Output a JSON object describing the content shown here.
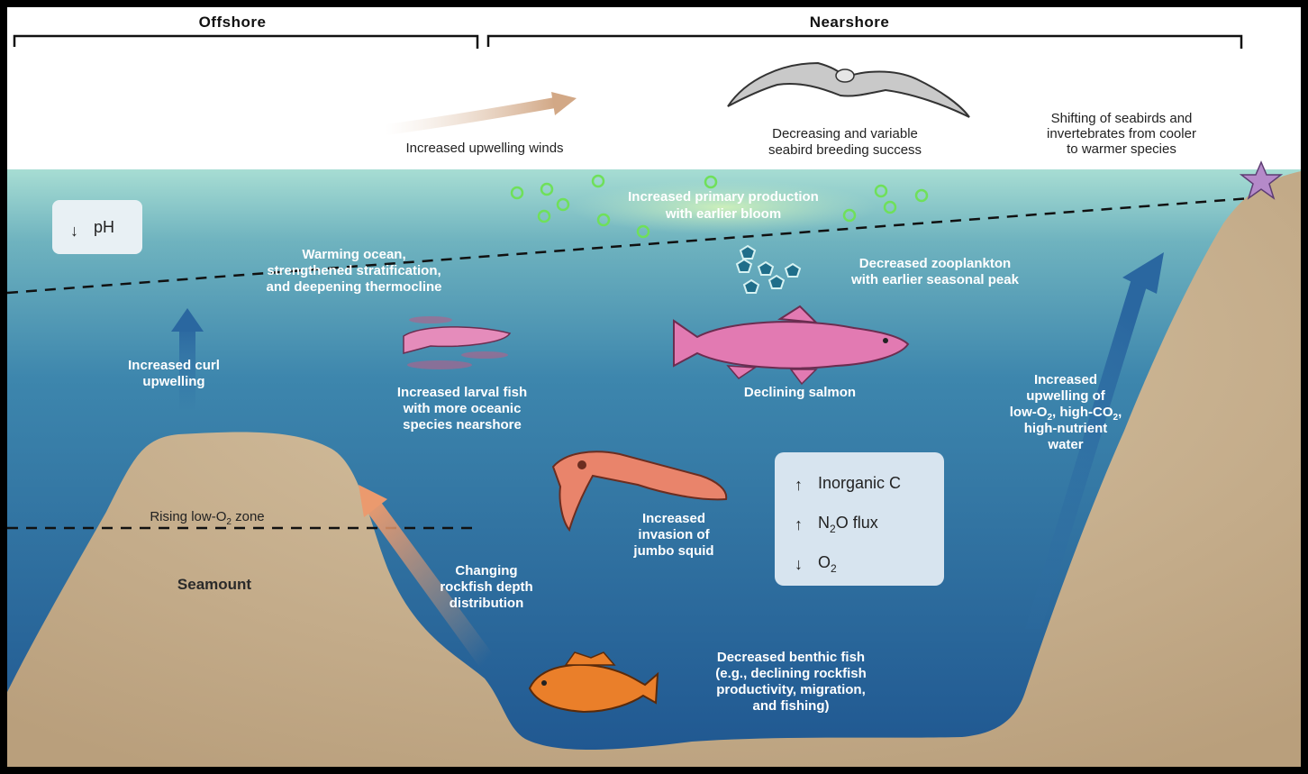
{
  "zones": {
    "offshore": "Offshore",
    "nearshore": "Nearshore"
  },
  "sky_labels": {
    "winds": "Increased upwelling winds",
    "seabird_line1": "Decreasing and variable",
    "seabird_line2": "seabird breeding success",
    "shift_line1": "Shifting of seabirds and",
    "shift_line2": "invertebrates from cooler",
    "shift_line3": "to warmer species"
  },
  "ocean_labels": {
    "primary_line1": "Increased primary production",
    "primary_line2": "with earlier bloom",
    "zoo_line1": "Decreased zooplankton",
    "zoo_line2": "with earlier seasonal peak",
    "warming_line1": "Warming ocean,",
    "warming_line2": "strengthened stratification,",
    "warming_line3": "and deepening thermocline",
    "curl_line1": "Increased curl",
    "curl_line2": "upwelling",
    "larval_line1": "Increased larval fish",
    "larval_line2": "with more oceanic",
    "larval_line3": "species nearshore",
    "salmon": "Declining salmon",
    "upw_line1": "Increased",
    "upw_line2": "upwelling of",
    "upw_line3_a": "low-O",
    "upw_line3_sub1": "2",
    "upw_line3_b": ", high-CO",
    "upw_line3_sub2": "2",
    "upw_line3_c": ",",
    "upw_line4": "high-nutrient",
    "upw_line5": "water",
    "squid_line1": "Increased",
    "squid_line2": "invasion of",
    "squid_line3": "jumbo squid",
    "rockfish_line1": "Changing",
    "rockfish_line2": "rockfish depth",
    "rockfish_line3": "distribution",
    "benthic_line1": "Decreased benthic fish",
    "benthic_line2": "(e.g., declining rockfish",
    "benthic_line3": "productivity, migration,",
    "benthic_line4": "and fishing)",
    "lowo2_a": "Rising low-O",
    "lowo2_sub": "2",
    "lowo2_b": " zone",
    "seamount": "Seamount"
  },
  "ph_box": {
    "arrow": "↓",
    "label": "pH"
  },
  "chem_box": {
    "row1_arrow": "↑",
    "row1_label": "Inorganic C",
    "row2_arrow": "↑",
    "row2_label_a": "N",
    "row2_sub": "2",
    "row2_label_b": "O flux",
    "row3_arrow": "↓",
    "row3_label_a": "O",
    "row3_sub": "2"
  },
  "colors": {
    "water_top": "#9fd6cf",
    "water_mid": "#3b7fa8",
    "water_bottom": "#1f5a92",
    "sand": "#c9b392",
    "salmon": "#d97aa8",
    "squid": "#e8826a",
    "rockfish": "#e8802a",
    "plankton": "#7fd66a",
    "arrow_blue": "#2e6fa3",
    "arrow_orange": "#e8a270"
  }
}
